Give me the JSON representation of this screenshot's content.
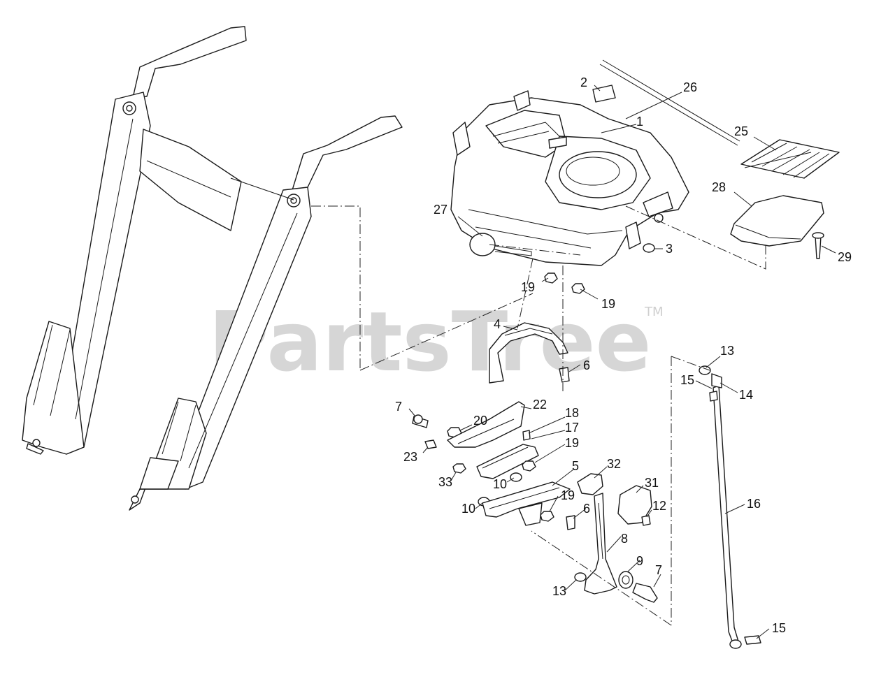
{
  "watermark": {
    "text": "PartsTree",
    "trademark": "TM"
  },
  "callouts": [
    {
      "id": "c26",
      "label": "26"
    },
    {
      "id": "c2",
      "label": "2"
    },
    {
      "id": "c1",
      "label": "1"
    },
    {
      "id": "c25",
      "label": "25"
    },
    {
      "id": "c28",
      "label": "28"
    },
    {
      "id": "c27",
      "label": "27"
    },
    {
      "id": "c3",
      "label": "3"
    },
    {
      "id": "c29",
      "label": "29"
    },
    {
      "id": "c19a",
      "label": "19"
    },
    {
      "id": "c19b",
      "label": "19"
    },
    {
      "id": "c4",
      "label": "4"
    },
    {
      "id": "c6a",
      "label": "6"
    },
    {
      "id": "c13a",
      "label": "13"
    },
    {
      "id": "c15a",
      "label": "15"
    },
    {
      "id": "c14",
      "label": "14"
    },
    {
      "id": "c7a",
      "label": "7"
    },
    {
      "id": "c22",
      "label": "22"
    },
    {
      "id": "c20",
      "label": "20"
    },
    {
      "id": "c18",
      "label": "18"
    },
    {
      "id": "c17",
      "label": "17"
    },
    {
      "id": "c19c",
      "label": "19"
    },
    {
      "id": "c23",
      "label": "23"
    },
    {
      "id": "c33",
      "label": "33"
    },
    {
      "id": "c10a",
      "label": "10"
    },
    {
      "id": "c5",
      "label": "5"
    },
    {
      "id": "c32",
      "label": "32"
    },
    {
      "id": "c31",
      "label": "31"
    },
    {
      "id": "c10b",
      "label": "10"
    },
    {
      "id": "c19d",
      "label": "19"
    },
    {
      "id": "c6b",
      "label": "6"
    },
    {
      "id": "c12",
      "label": "12"
    },
    {
      "id": "c16",
      "label": "16"
    },
    {
      "id": "c8",
      "label": "8"
    },
    {
      "id": "c9",
      "label": "9"
    },
    {
      "id": "c7b",
      "label": "7"
    },
    {
      "id": "c13b",
      "label": "13"
    },
    {
      "id": "c15b",
      "label": "15"
    }
  ]
}
